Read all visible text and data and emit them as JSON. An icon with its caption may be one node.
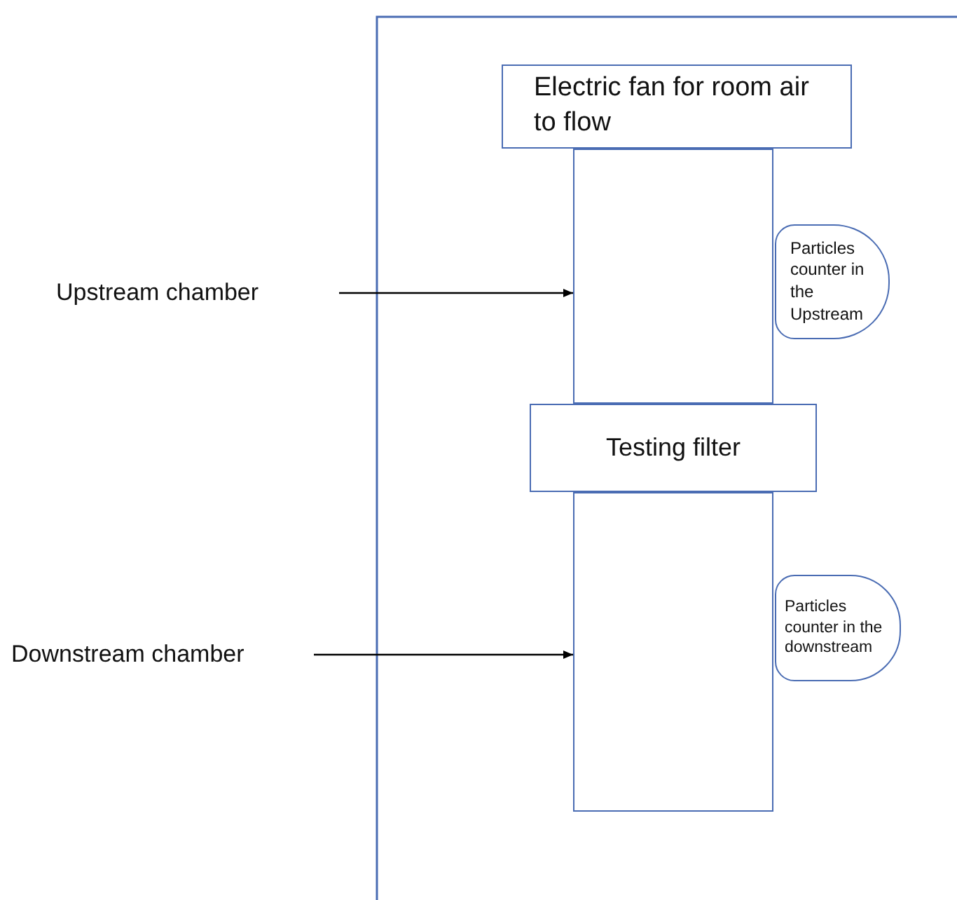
{
  "diagram": {
    "nodes": [
      {
        "text": [
          "Electric fan for room air to flow"
        ]
      },
      {
        "text": [],
        "shape": "box"
      },
      {
        "text": [
          "Particles counter in the Upstream"
        ]
      },
      {
        "text": [
          "Upstream chamber"
        ]
      },
      {
        "text": [
          "Testing filter"
        ]
      },
      {
        "text": [],
        "shape": "box"
      },
      {
        "text": [
          "Particles counter in the downstream"
        ]
      },
      {
        "text": [
          "Downstream chamber"
        ]
      }
    ],
    "edges": [
      {
        "from": 3,
        "to": 1,
        "arrow": "to"
      },
      {
        "from": 7,
        "to": 5,
        "arrow": "to"
      }
    ]
  }
}
